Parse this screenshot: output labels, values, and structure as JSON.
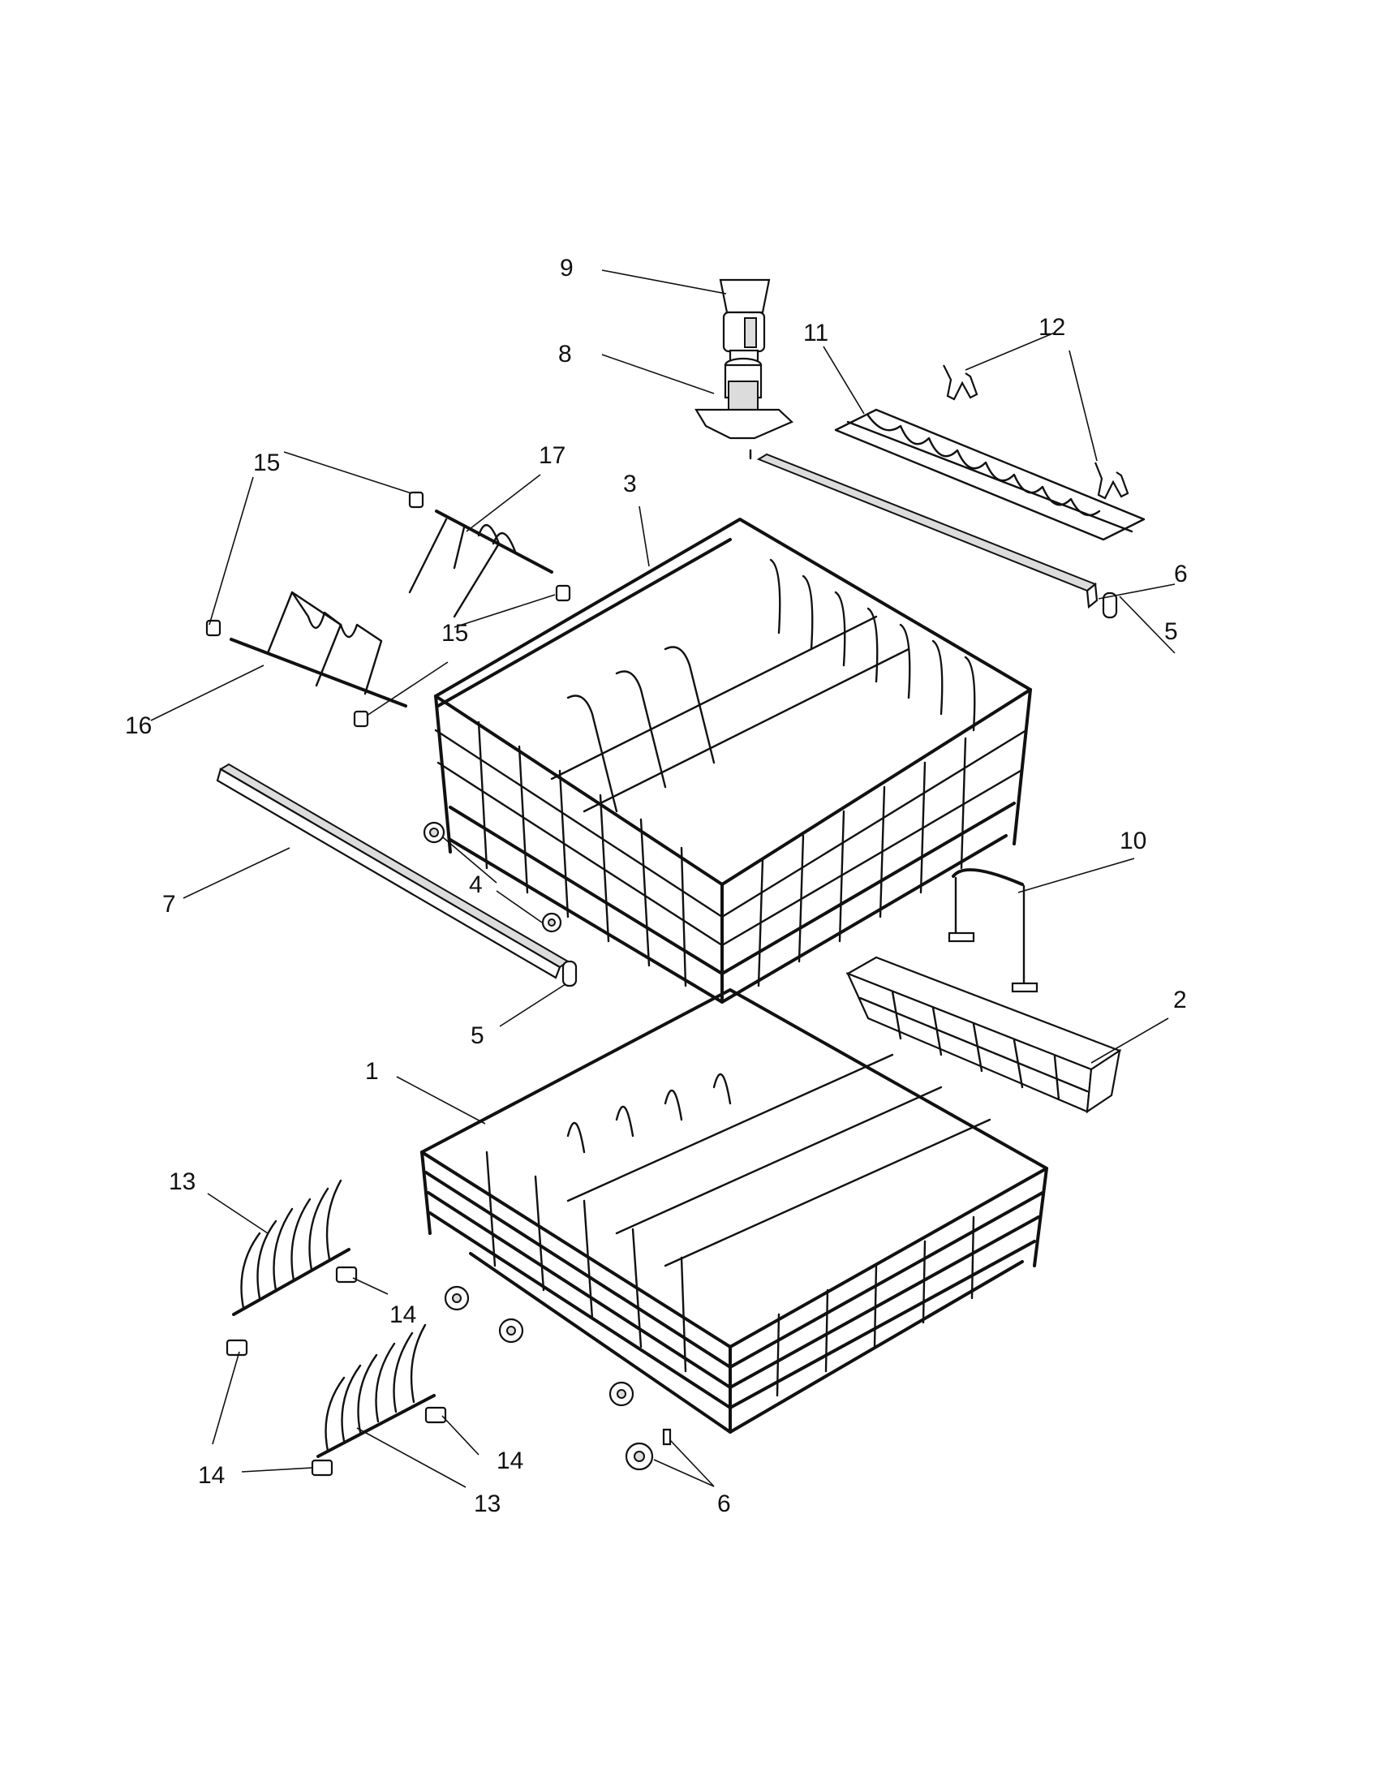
{
  "callouts": [
    {
      "id": "1",
      "label": "1"
    },
    {
      "id": "2",
      "label": "2"
    },
    {
      "id": "3",
      "label": "3"
    },
    {
      "id": "4",
      "label": "4"
    },
    {
      "id": "5a",
      "label": "5"
    },
    {
      "id": "5b",
      "label": "5"
    },
    {
      "id": "6a",
      "label": "6"
    },
    {
      "id": "6b",
      "label": "6"
    },
    {
      "id": "7",
      "label": "7"
    },
    {
      "id": "8",
      "label": "8"
    },
    {
      "id": "9",
      "label": "9"
    },
    {
      "id": "10",
      "label": "10"
    },
    {
      "id": "11",
      "label": "11"
    },
    {
      "id": "12",
      "label": "12"
    },
    {
      "id": "13a",
      "label": "13"
    },
    {
      "id": "13b",
      "label": "13"
    },
    {
      "id": "14a",
      "label": "14"
    },
    {
      "id": "14b",
      "label": "14"
    },
    {
      "id": "14c",
      "label": "14"
    },
    {
      "id": "14d",
      "label": "14"
    },
    {
      "id": "15a",
      "label": "15"
    },
    {
      "id": "15b",
      "label": "15"
    },
    {
      "id": "16",
      "label": "16"
    },
    {
      "id": "17",
      "label": "17"
    }
  ],
  "colors": {
    "ink": "#111111",
    "background": "#ffffff"
  }
}
